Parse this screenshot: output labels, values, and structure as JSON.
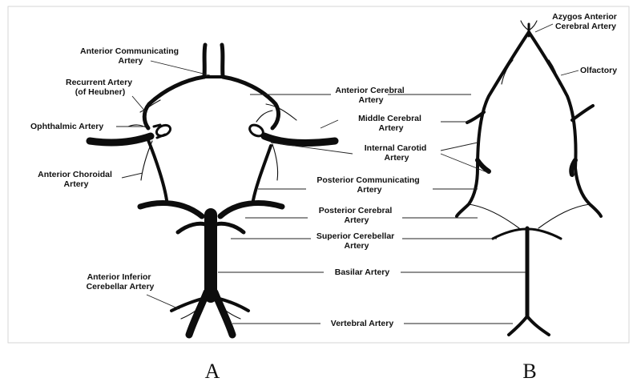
{
  "colors": {
    "vessel": "#0d0d0d",
    "leader": "#222222",
    "background": "#ffffff",
    "frame": "#d6d6d6"
  },
  "panels": {
    "a": "A",
    "b": "B"
  },
  "labels": {
    "anterior_communicating": [
      "Anterior Communicating",
      "Artery"
    ],
    "recurrent_artery": [
      "Recurrent Artery",
      "(of Heubner)"
    ],
    "ophthalmic": [
      "Ophthalmic Artery"
    ],
    "anterior_choroidal": [
      "Anterior Choroidal",
      "Artery"
    ],
    "anterior_inferior_cerebellar": [
      "Anterior Inferior",
      "Cerebellar Artery"
    ],
    "anterior_cerebral": [
      "Anterior Cerebral",
      "Artery"
    ],
    "middle_cerebral": [
      "Middle Cerebral",
      "Artery"
    ],
    "internal_carotid": [
      "Internal Carotid",
      "Artery"
    ],
    "posterior_communicating": [
      "Posterior Communicating",
      "Artery"
    ],
    "posterior_cerebral": [
      "Posterior Cerebral",
      "Artery"
    ],
    "superior_cerebellar": [
      "Superior Cerebellar",
      "Artery"
    ],
    "basilar": [
      "Basilar Artery"
    ],
    "vertebral": [
      "Vertebral Artery"
    ],
    "azygos_anterior_cerebral": [
      "Azygos Anterior",
      "Cerebral Artery"
    ],
    "olfactory": [
      "Olfactory"
    ]
  }
}
